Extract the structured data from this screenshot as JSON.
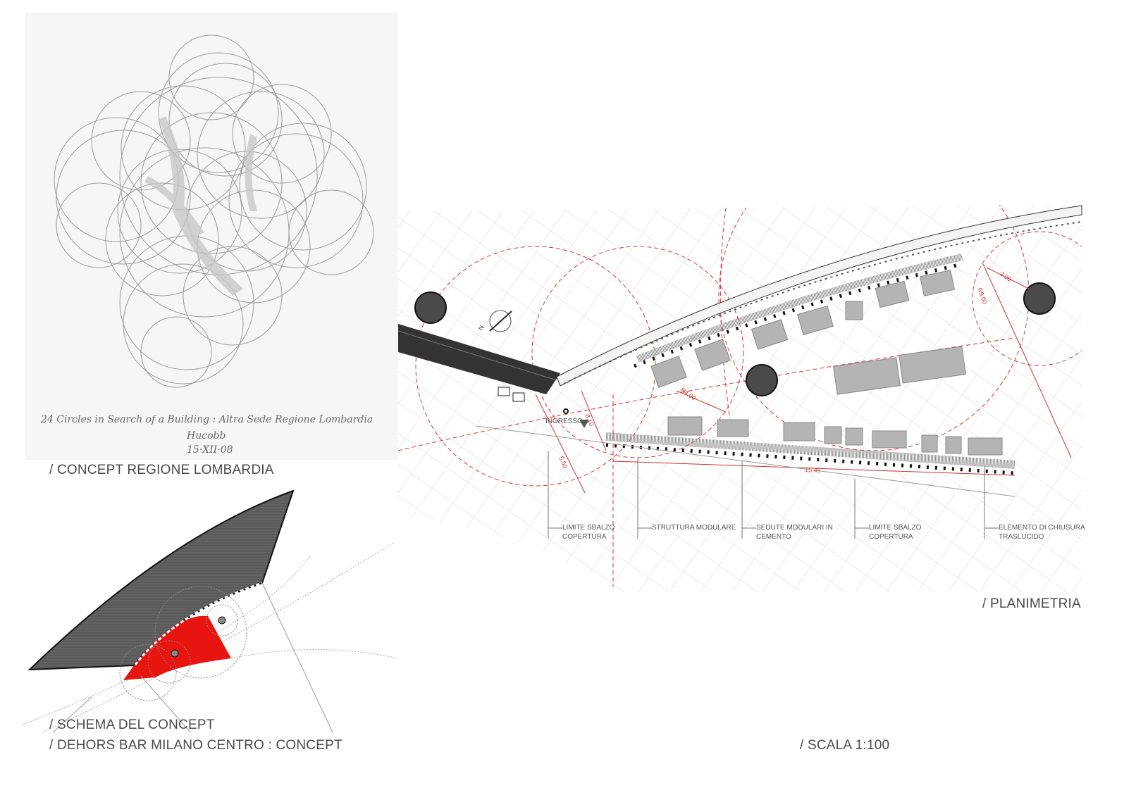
{
  "sketch": {
    "handwritten_caption": "24 Circles in Search of a Building : Altra Sede Regione Lombardia",
    "signature": "Hucobb",
    "date": "15·XII·08"
  },
  "captions": {
    "concept_regione": "/ CONCEPT REGIONE LOMBARDIA",
    "schema": "/ SCHEMA DEL CONCEPT",
    "dehors": "/ DEHORS BAR MILANO CENTRO : CONCEPT",
    "planimetria": "/ PLANIMETRIA",
    "scala": "/ SCALA 1:100"
  },
  "plan": {
    "entrance_label": "INGRESSO",
    "north_label": "N",
    "dimensions": [
      "R4.00",
      "8.10",
      "5.50",
      "15.45",
      "2.00",
      "R9.00"
    ],
    "annotations": [
      {
        "line1": "LIMITE  SBALZO",
        "line2": "COPERTURA"
      },
      {
        "line1": "STRUTTURA MODULARE",
        "line2": ""
      },
      {
        "line1": "SEDUTE  MODULARI IN",
        "line2": "CEMENTO"
      },
      {
        "line1": "LIMITE  SBALZO",
        "line2": "COPERTURA"
      },
      {
        "line1": "ELEMENTO DI CHIUSURA",
        "line2": "TRASLUCIDO"
      }
    ]
  },
  "colors": {
    "accent_red": "#e8140f",
    "dark_fill": "#555555",
    "dim_red": "#cc3333"
  }
}
